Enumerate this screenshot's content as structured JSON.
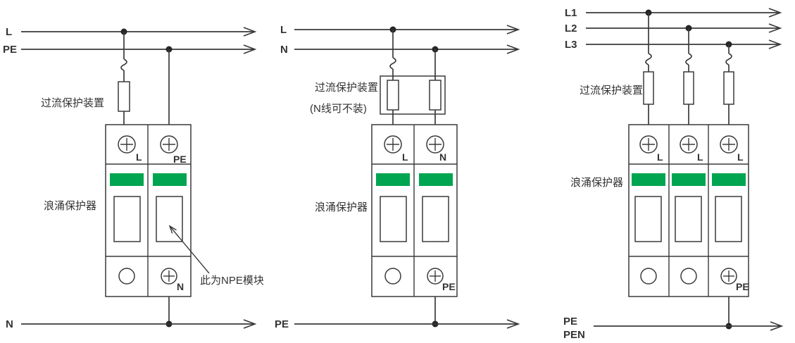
{
  "colors": {
    "green": "#00a551",
    "stroke": "#3a3a3a",
    "text": "#333333"
  },
  "diagram1": {
    "top_line_labels": [
      "L",
      "PE"
    ],
    "overcurrent_label": "过流保护装置",
    "spd_label": "浪涌保护器",
    "terminals_top": [
      "L",
      "PE"
    ],
    "terminal_bottom": "N",
    "npe_note": "此为NPE模块",
    "bottom_line_label": "N"
  },
  "diagram2": {
    "top_line_labels": [
      "L",
      "N"
    ],
    "overcurrent_label": "过流保护装置",
    "overcurrent_note": "(N线可不装)",
    "spd_label": "浪涌保护器",
    "terminals_top": [
      "L",
      "N"
    ],
    "terminal_bottom": "PE",
    "bottom_line_label": "PE"
  },
  "diagram3": {
    "top_line_labels": [
      "L1",
      "L2",
      "L3"
    ],
    "overcurrent_label": "过流保护装置",
    "spd_label": "浪涌保护器",
    "terminals_top": [
      "L",
      "L",
      "L"
    ],
    "terminal_bottom": "PE",
    "bottom_line_labels": [
      "PE",
      "PEN"
    ]
  }
}
